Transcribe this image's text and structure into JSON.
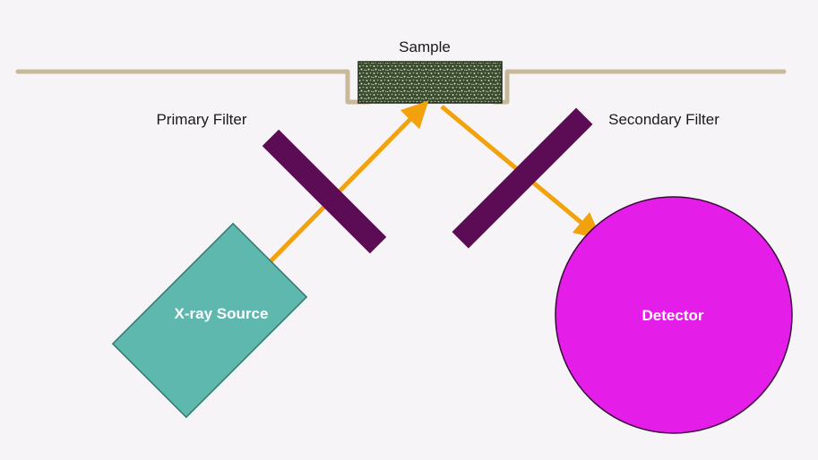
{
  "labels": {
    "sample": "Sample",
    "primary_filter": "Primary Filter",
    "secondary_filter": "Secondary Filter",
    "xray_source": "X-ray Source",
    "detector": "Detector"
  },
  "colors": {
    "background": "#f6f4f7",
    "stage_line": "#c8b99a",
    "sample_fill": "#3a4a30",
    "sample_speckle": "#c7d4a8",
    "filter": "#5c0c54",
    "beam": "#f2a20c",
    "xray_source": "#5fb8ae",
    "xray_source_border": "#2f7a72",
    "detector": "#e41de8",
    "detector_border": "#3a0a3c"
  }
}
